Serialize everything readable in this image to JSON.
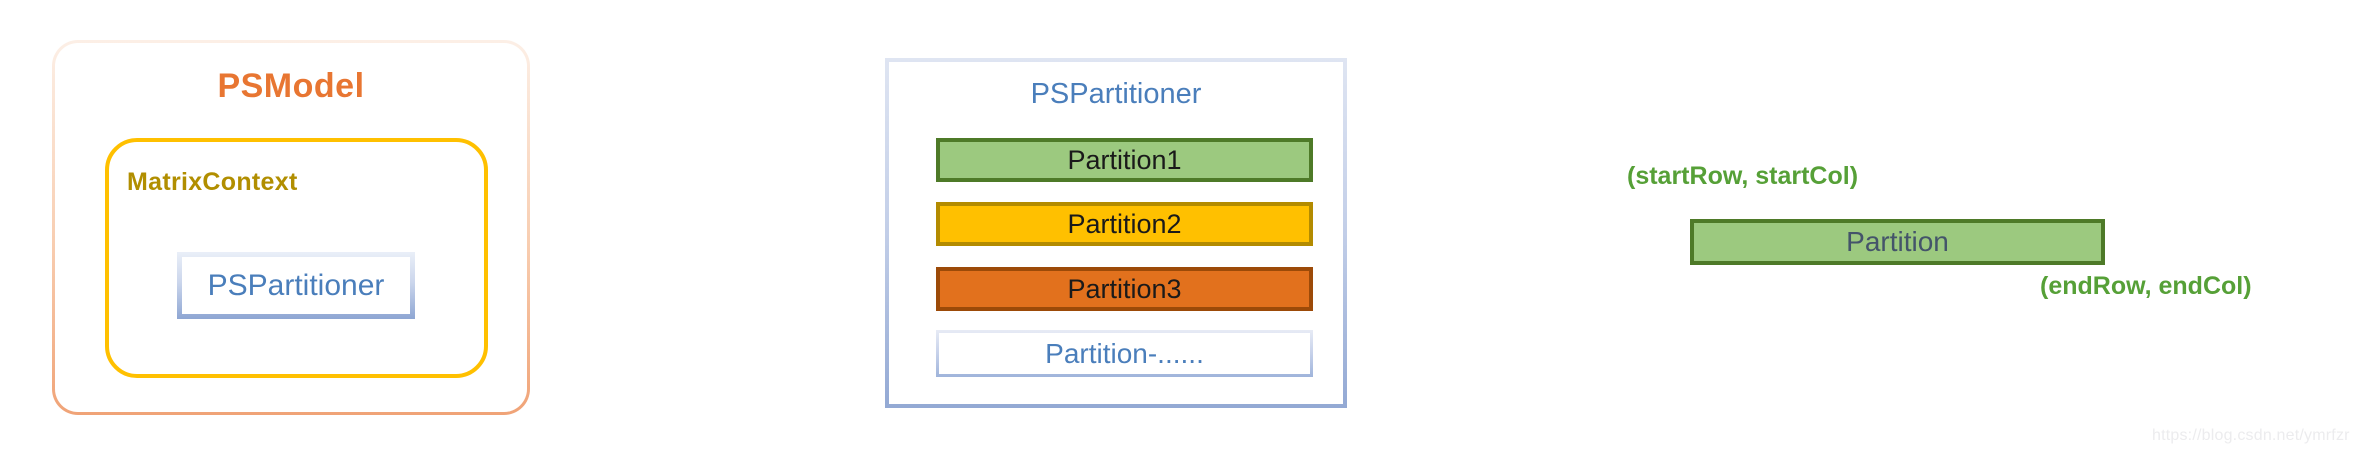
{
  "psmodel": {
    "title": "PSModel",
    "title_color": "#E87632",
    "border_gradient": [
      "#FCEFE6",
      "#F0A377"
    ],
    "matrix_context": {
      "label": "MatrixContext",
      "label_color": "#B18E00",
      "border_color": "#FFC000",
      "pspartitioner_chip": {
        "label": "PSPartitioner",
        "text_color": "#4A7EBB",
        "border_gradient": [
          "#EAEFF8",
          "#8EA6D3"
        ]
      }
    }
  },
  "pspartitioner_panel": {
    "title": "PSPartitioner",
    "title_color": "#4A7EBB",
    "border_gradient": [
      "#DFE5F2",
      "#93A9D4"
    ],
    "partitions": [
      {
        "label": "Partition1",
        "fill": "#9CC97F",
        "border": "#4E7A28",
        "text_color": "#1A1A1A"
      },
      {
        "label": "Partition2",
        "fill": "#FFC000",
        "border": "#B38B00",
        "text_color": "#1A1A1A"
      },
      {
        "label": "Partition3",
        "fill": "#E2711D",
        "border": "#9C4A08",
        "text_color": "#1A1A1A"
      },
      {
        "label": "Partition-......",
        "fill": "#FFFFFF",
        "border": "#9FB4DB",
        "text_color": "#4A7EBB"
      }
    ]
  },
  "partition_detail": {
    "start_label": "(startRow, startCol)",
    "bar_label": "Partition",
    "end_label": "(endRow, endCol)",
    "label_color": "#56A037",
    "bar_fill": "#9CC97F",
    "bar_border": "#4E7A28",
    "bar_text_color": "#44546A"
  },
  "watermark": {
    "text": "https://blog.csdn.net/ymrfzr",
    "color": "#ECECEE"
  }
}
